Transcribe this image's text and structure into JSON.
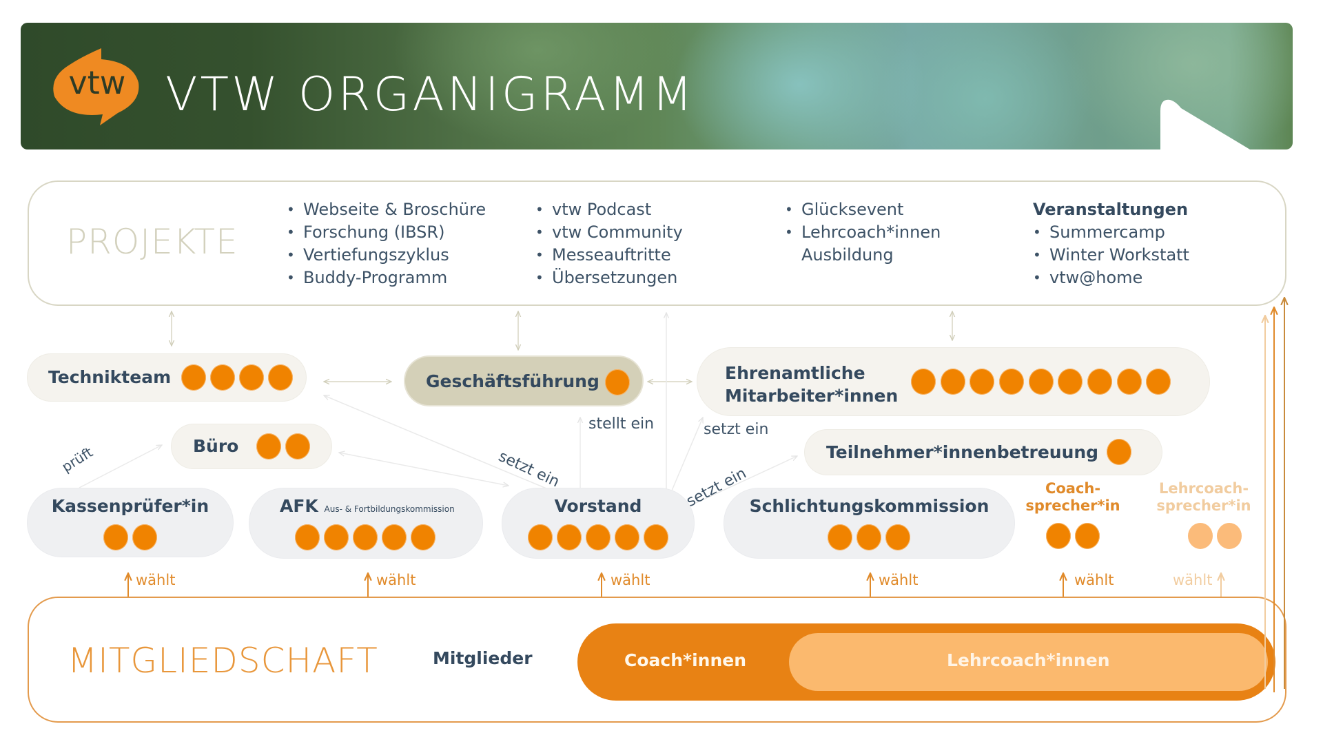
{
  "header": {
    "title": "VTW ORGANIGRAMM",
    "logo_text": "vtw",
    "logo_icon": "vtw-speech-bubble-logo"
  },
  "colors": {
    "orange": "#f08300",
    "light_orange": "#fbb96e",
    "dark_text": "#34495e",
    "beige": "#d4d0b8",
    "connector": "#d8d6c4"
  },
  "projekte": {
    "label": "PROJEKTE",
    "columns": [
      {
        "items": [
          "Webseite & Broschüre",
          "Forschung (IBSR)",
          "Vertiefungszyklus",
          "Buddy-Programm"
        ]
      },
      {
        "items": [
          "vtw Podcast",
          "vtw Community",
          "Messeauftritte",
          "Übersetzungen"
        ]
      },
      {
        "items": [
          "Glücksevent",
          "Lehrcoach*innen",
          "Ausbildung"
        ]
      },
      {
        "heading": "Veranstaltungen",
        "items": [
          "Summercamp",
          "Winter Workstatt",
          "vtw@home"
        ]
      }
    ]
  },
  "nodes": {
    "technikteam": {
      "label": "Technikteam",
      "members": 4
    },
    "geschaeftsfuehrung": {
      "label": "Geschäftsführung",
      "members": 1
    },
    "ehrenamtliche": {
      "label_line1": "Ehrenamtliche",
      "label_line2": "Mitarbeiter*innen",
      "members": 9
    },
    "buero": {
      "label": "Büro",
      "members": 2
    },
    "teilnehmerbetreuung": {
      "label": "Teilnehmer*innenbetreuung",
      "members": 1
    },
    "kassenpruefer": {
      "label": "Kassenprüfer*in",
      "members": 2
    },
    "afk": {
      "label": "AFK",
      "sublabel": "Aus- & Fortbildungskommission",
      "members": 5
    },
    "vorstand": {
      "label": "Vorstand",
      "members": 5
    },
    "schlichtung": {
      "label": "Schlichtungskommission",
      "members": 3
    },
    "coachsprecher": {
      "label_line1": "Coach-",
      "label_line2": "sprecher*in",
      "members": 2
    },
    "lehrcoachsprecher": {
      "label_line1": "Lehrcoach-",
      "label_line2": "sprecher*in",
      "members": 2
    }
  },
  "relations": {
    "prueft": "prüft",
    "setzt_ein_1": "setzt ein",
    "stellt_ein": "stellt ein",
    "setzt_ein_2": "setzt ein",
    "setzt_ein_3": "setzt ein",
    "waehlt": "wählt"
  },
  "mitgliedschaft": {
    "label": "MITGLIEDSCHAFT",
    "mitglieder": "Mitglieder",
    "coach": "Coach*innen",
    "lehrcoach": "Lehrcoach*innen"
  }
}
